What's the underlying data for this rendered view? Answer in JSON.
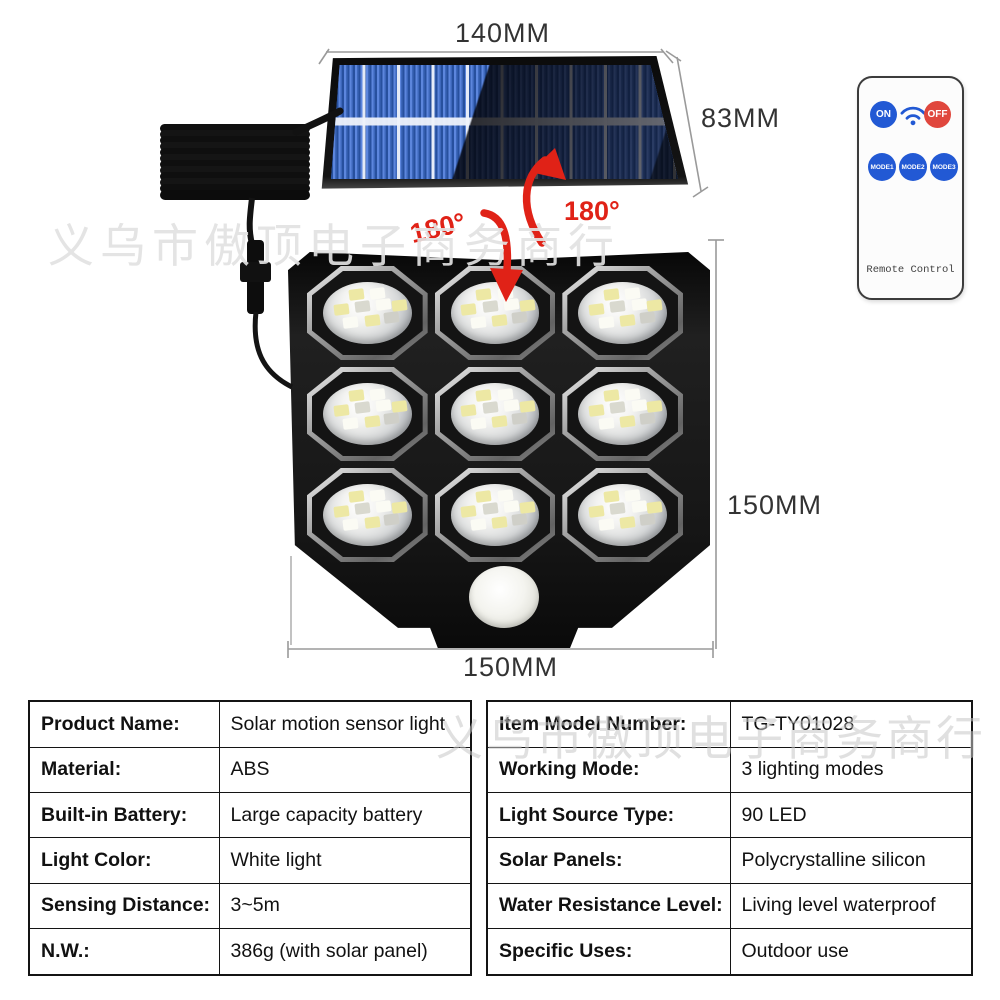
{
  "watermarks": {
    "top": "义乌市傲顶电子商务商行",
    "bottom": "义乌市傲顶电子商务商行"
  },
  "annotations": {
    "panel_width": "140MM",
    "panel_depth": "83MM",
    "fixture_height": "150MM",
    "fixture_width": "150MM",
    "rotation_left": "180°",
    "rotation_right": "180°"
  },
  "remote": {
    "buttons": {
      "on": "ON",
      "off": "OFF",
      "mode1": "MODE1",
      "mode2": "MODE2",
      "mode3": "MODE3"
    },
    "label": "Remote Control",
    "icons": {
      "wifi": "wifi-icon"
    }
  },
  "spec_table_left": {
    "rows": [
      {
        "label": "Product Name:",
        "value": "Solar motion sensor light"
      },
      {
        "label": "Material:",
        "value": "ABS"
      },
      {
        "label": "Built-in Battery:",
        "value": "Large capacity battery"
      },
      {
        "label": "Light Color:",
        "value": "White light"
      },
      {
        "label": "Sensing Distance:",
        "value": "3~5m"
      },
      {
        "label": "N.W.:",
        "value": "386g (with solar panel)"
      }
    ]
  },
  "spec_table_right": {
    "rows": [
      {
        "label": "Item Model Number:",
        "value": "TG-TY01028"
      },
      {
        "label": "Working Mode:",
        "value": "3 lighting modes"
      },
      {
        "label": "Light Source Type:",
        "value": "90 LED"
      },
      {
        "label": "Solar Panels:",
        "value": "Polycrystalline silicon"
      },
      {
        "label": "Water Resistance Level:",
        "value": "Living level waterproof"
      },
      {
        "label": "Specific Uses:",
        "value": "Outdoor use"
      }
    ]
  },
  "colors": {
    "accent_red": "#e02217",
    "remote_button_blue": "#2259d4",
    "remote_button_red": "#e0473d",
    "solar_cell_blue": "#4a74cf",
    "dimension_line_gray": "#9a9a9a",
    "led_chip_yellow": "#ede8a4",
    "led_chip_white": "#fbfbf4"
  }
}
